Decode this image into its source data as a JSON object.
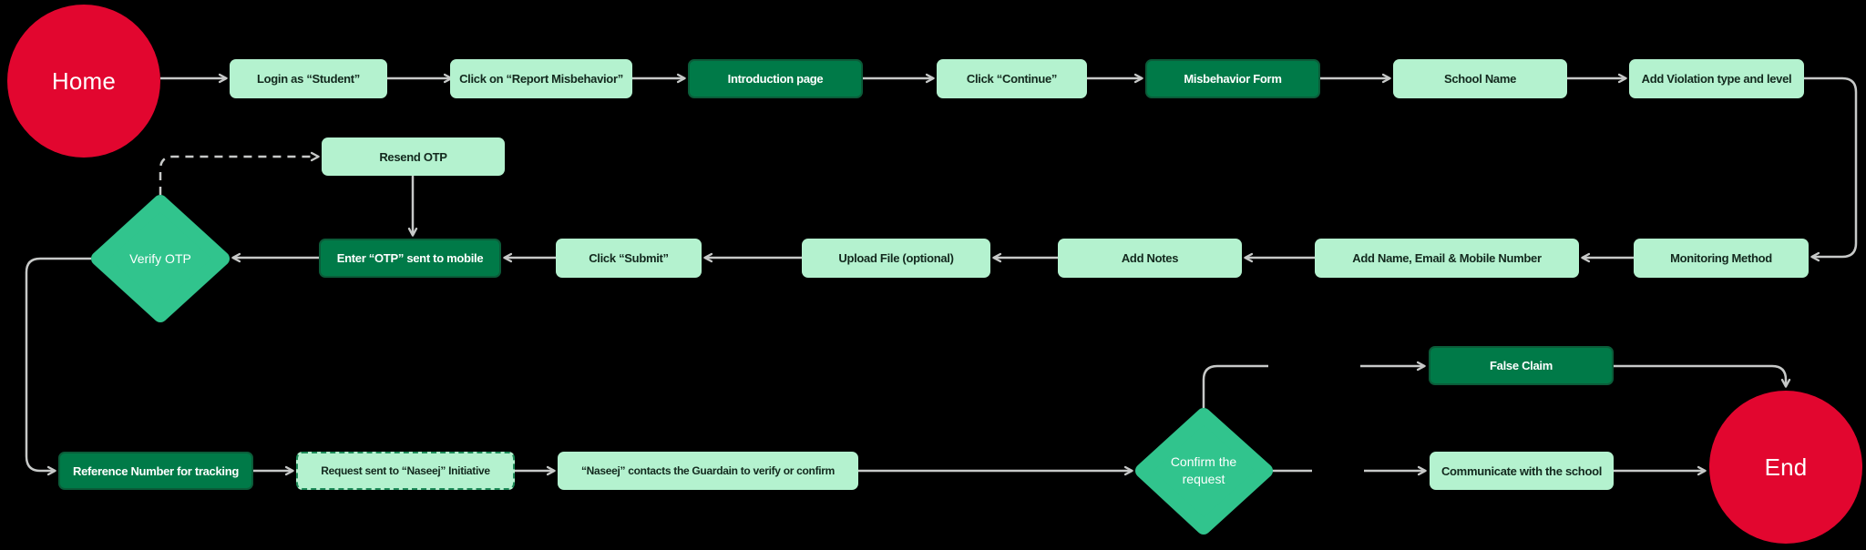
{
  "colors": {
    "background": "#000000",
    "node_light_green": "#B4F2CF",
    "node_dark_green": "#007A48",
    "node_dark_border": "#0B5C39",
    "diamond_green": "#31C48D",
    "terminal_red": "#E2062F",
    "connector_gray": "#C7C9C8",
    "dashed_border_green": "#1D8A58",
    "text_dark": "#13291E",
    "text_light": "#FFFFFF"
  },
  "nodes": {
    "home": {
      "label": "Home",
      "kind": "start-terminal"
    },
    "login": {
      "label": "Login as “Student”",
      "kind": "step"
    },
    "report_misbehavior": {
      "label": "Click on “Report Misbehavior”",
      "kind": "step"
    },
    "introduction_page": {
      "label": "Introduction page",
      "kind": "screen"
    },
    "click_continue": {
      "label": "Click “Continue”",
      "kind": "step"
    },
    "misbehavior_form": {
      "label": "Misbehavior Form",
      "kind": "screen"
    },
    "school_name": {
      "label": "School Name",
      "kind": "step"
    },
    "violation_type": {
      "label": "Add Violation type and level",
      "kind": "step"
    },
    "monitoring_method": {
      "label": "Monitoring Method",
      "kind": "step"
    },
    "contact_info": {
      "label": "Add Name, Email & Mobile Number",
      "kind": "step"
    },
    "add_notes": {
      "label": "Add Notes",
      "kind": "step"
    },
    "upload_file": {
      "label": "Upload File (optional)",
      "kind": "step"
    },
    "click_submit": {
      "label": "Click “Submit”",
      "kind": "step"
    },
    "enter_otp": {
      "label": "Enter “OTP” sent to mobile",
      "kind": "screen"
    },
    "verify_otp": {
      "label": "Verify OTP",
      "kind": "decision"
    },
    "resend_otp": {
      "label": "Resend OTP",
      "kind": "step"
    },
    "reference_number": {
      "label": "Reference Number for tracking",
      "kind": "screen"
    },
    "request_sent": {
      "label": "Request sent to “Naseej” Initiative",
      "kind": "step-dashed"
    },
    "naseej_contacts": {
      "label": "“Naseej” contacts the Guardain to verify or confirm",
      "kind": "step"
    },
    "confirm_request": {
      "label": "Confirm the request",
      "kind": "decision"
    },
    "false_claim": {
      "label": "False Claim",
      "kind": "screen"
    },
    "communicate_school": {
      "label": "Communicate with the school",
      "kind": "step"
    },
    "end": {
      "label": "End",
      "kind": "end-terminal"
    }
  },
  "edges": [
    {
      "from": "home",
      "to": "login",
      "style": "solid"
    },
    {
      "from": "login",
      "to": "report_misbehavior",
      "style": "solid"
    },
    {
      "from": "report_misbehavior",
      "to": "introduction_page",
      "style": "solid"
    },
    {
      "from": "introduction_page",
      "to": "click_continue",
      "style": "solid"
    },
    {
      "from": "click_continue",
      "to": "misbehavior_form",
      "style": "solid"
    },
    {
      "from": "misbehavior_form",
      "to": "school_name",
      "style": "solid"
    },
    {
      "from": "school_name",
      "to": "violation_type",
      "style": "solid"
    },
    {
      "from": "violation_type",
      "to": "monitoring_method",
      "style": "solid"
    },
    {
      "from": "monitoring_method",
      "to": "contact_info",
      "style": "solid"
    },
    {
      "from": "contact_info",
      "to": "add_notes",
      "style": "solid"
    },
    {
      "from": "add_notes",
      "to": "upload_file",
      "style": "solid"
    },
    {
      "from": "upload_file",
      "to": "click_submit",
      "style": "solid"
    },
    {
      "from": "click_submit",
      "to": "enter_otp",
      "style": "solid"
    },
    {
      "from": "enter_otp",
      "to": "verify_otp",
      "style": "solid"
    },
    {
      "from": "verify_otp",
      "to": "resend_otp",
      "style": "dashed"
    },
    {
      "from": "resend_otp",
      "to": "enter_otp",
      "style": "solid"
    },
    {
      "from": "verify_otp",
      "to": "reference_number",
      "style": "solid"
    },
    {
      "from": "reference_number",
      "to": "request_sent",
      "style": "solid"
    },
    {
      "from": "request_sent",
      "to": "naseej_contacts",
      "style": "solid"
    },
    {
      "from": "naseej_contacts",
      "to": "confirm_request",
      "style": "solid"
    },
    {
      "from": "confirm_request",
      "to": "false_claim",
      "style": "solid"
    },
    {
      "from": "confirm_request",
      "to": "communicate_school",
      "style": "solid"
    },
    {
      "from": "false_claim",
      "to": "end",
      "style": "solid"
    },
    {
      "from": "communicate_school",
      "to": "end",
      "style": "solid"
    }
  ]
}
